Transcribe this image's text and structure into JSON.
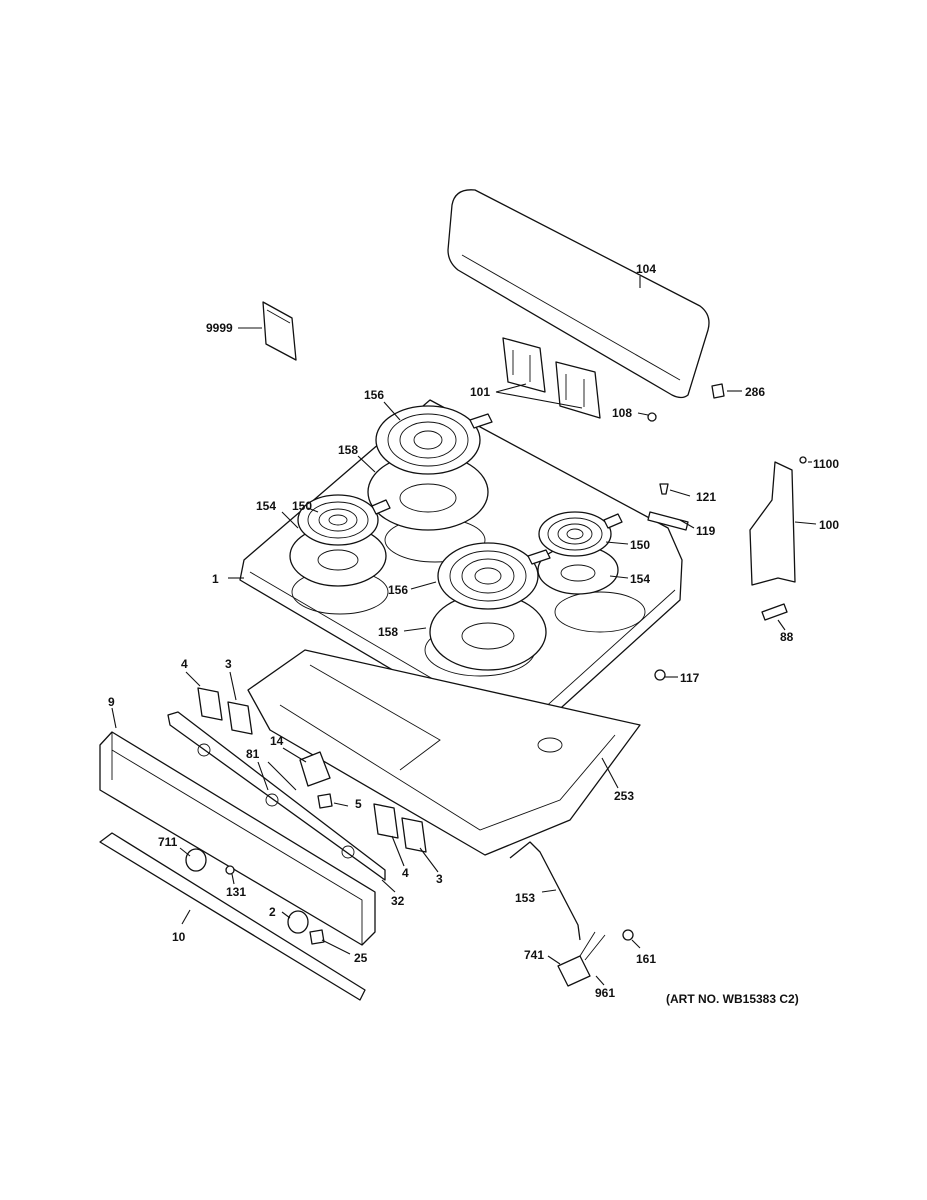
{
  "diagram": {
    "art_number": "(ART NO. WB15383 C2)",
    "labels": {
      "backsplash": "104",
      "instructions": "9999",
      "brackets": "101",
      "clip_286": "286",
      "screw_108": "108",
      "element_156_rear": "156",
      "pan_158_rear": "158",
      "element_150_left": "150",
      "pan_154_left": "154",
      "cooktop": "1",
      "element_156_front": "156",
      "pan_158_front": "158",
      "element_150_right": "150",
      "pan_154_right": "154",
      "screw_121": "121",
      "bracket_119": "119",
      "screw_1100": "1100",
      "side_trim_100": "100",
      "part_88": "88",
      "nut_117": "117",
      "switch_4_left": "4",
      "switch_3_left": "3",
      "panel_9": "9",
      "part_81": "81",
      "switch_14": "14",
      "lamp_5": "5",
      "switch_4_right": "4",
      "switch_3_right": "3",
      "bracket_32": "32",
      "knob_711": "711",
      "part_131": "131",
      "knob_2": "2",
      "lamp_25": "25",
      "trim_10": "10",
      "box_253": "253",
      "rod_153": "153",
      "harness_741": "741",
      "nut_161": "161",
      "block_961": "961"
    }
  }
}
